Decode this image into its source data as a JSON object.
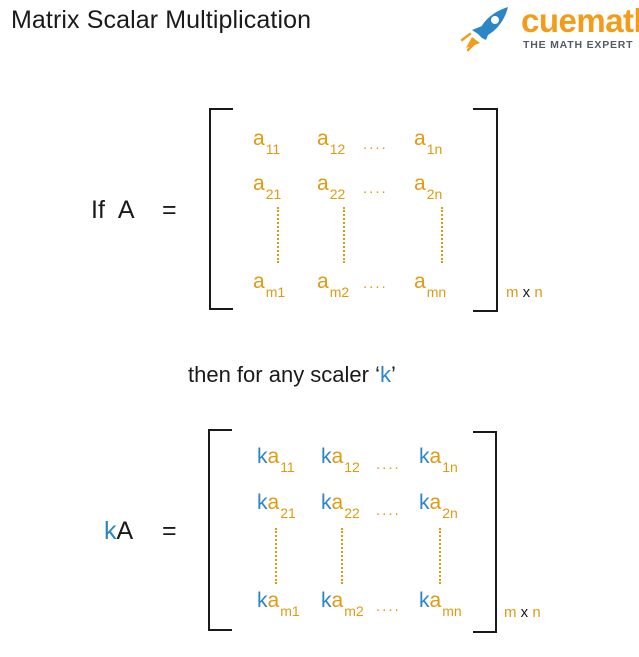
{
  "title": "Matrix Scalar Multiplication",
  "logo": {
    "wordmark": "cuemath",
    "tagline": "THE MATH EXPERT",
    "icon": "rocket-icon",
    "color_orange": "#f39c1a",
    "color_blue": "#2b86c5"
  },
  "colors": {
    "element": "#e09a12",
    "scalar": "#2b86c5",
    "text": "#1a1a1a"
  },
  "eq1": {
    "lhs_if": "If",
    "lhs_var": "A",
    "equals": "=",
    "entries": {
      "r1": [
        {
          "base": "a",
          "sub": "11"
        },
        {
          "base": "a",
          "sub": "12"
        },
        {
          "base": "a",
          "sub": "1n"
        }
      ],
      "r2": [
        {
          "base": "a",
          "sub": "21"
        },
        {
          "base": "a",
          "sub": "22"
        },
        {
          "base": "a",
          "sub": "2n"
        }
      ],
      "r3": [
        {
          "base": "a",
          "sub": "m1"
        },
        {
          "base": "a",
          "sub": "m2"
        },
        {
          "base": "a",
          "sub": "mn"
        }
      ]
    },
    "hdots": "....",
    "dim_m": "m",
    "dim_x": "x",
    "dim_n": "n"
  },
  "middle": {
    "prefix": "then for any scaler ‘",
    "scalar": "k",
    "suffix": "’"
  },
  "eq2": {
    "lhs_k": "k",
    "lhs_var": "A",
    "equals": "=",
    "scalar": "k",
    "entries": {
      "r1": [
        {
          "base": "a",
          "sub": "11"
        },
        {
          "base": "a",
          "sub": "12"
        },
        {
          "base": "a",
          "sub": "1n"
        }
      ],
      "r2": [
        {
          "base": "a",
          "sub": "21"
        },
        {
          "base": "a",
          "sub": "22"
        },
        {
          "base": "a",
          "sub": "2n"
        }
      ],
      "r3": [
        {
          "base": "a",
          "sub": "m1"
        },
        {
          "base": "a",
          "sub": "m2"
        },
        {
          "base": "a",
          "sub": "mn"
        }
      ]
    },
    "hdots": "....",
    "dim_m": "m",
    "dim_x": "x",
    "dim_n": "n"
  }
}
